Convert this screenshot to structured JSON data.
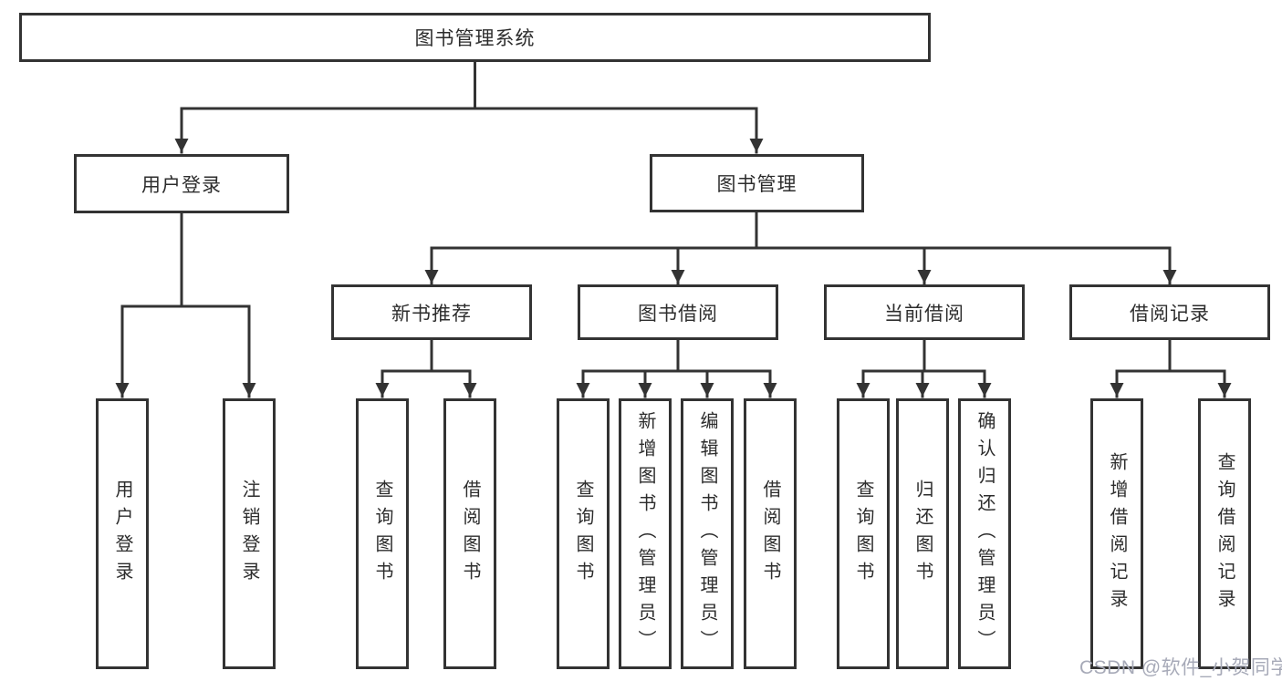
{
  "diagram": {
    "root": {
      "label": "图书管理系统"
    },
    "level2": [
      {
        "id": "user-login",
        "label": "用户登录"
      },
      {
        "id": "book-management",
        "label": "图书管理"
      }
    ],
    "level3": [
      {
        "id": "new-book-recommendation",
        "label": "新书推荐",
        "parent": "图书管理"
      },
      {
        "id": "book-borrowing",
        "label": "图书借阅",
        "parent": "图书管理"
      },
      {
        "id": "current-borrowing",
        "label": "当前借阅",
        "parent": "图书管理"
      },
      {
        "id": "borrowing-records",
        "label": "借阅记录",
        "parent": "图书管理"
      }
    ],
    "level4": [
      {
        "label": "用户登录",
        "parent": "用户登录"
      },
      {
        "label": "注销登录",
        "parent": "用户登录"
      },
      {
        "label": "查询图书",
        "parent": "新书推荐"
      },
      {
        "label": "借阅图书",
        "parent": "新书推荐"
      },
      {
        "label": "查询图书",
        "parent": "图书借阅"
      },
      {
        "label": "新增图书（管理员）",
        "parent": "图书借阅"
      },
      {
        "label": "编辑图书（管理员）",
        "parent": "图书借阅"
      },
      {
        "label": "借阅图书",
        "parent": "图书借阅"
      },
      {
        "label": "查询图书",
        "parent": "当前借阅"
      },
      {
        "label": "归还图书",
        "parent": "当前借阅"
      },
      {
        "label": "确认归还（管理员）",
        "parent": "当前借阅"
      },
      {
        "label": "新增借阅记录",
        "parent": "借阅记录"
      },
      {
        "label": "查询借阅记录",
        "parent": "借阅记录"
      }
    ]
  },
  "watermark": {
    "text": "CSDN @软件_小贺同学"
  },
  "colors": {
    "line": "#333333",
    "box_border": "#333333",
    "text": "#2d2d2d",
    "watermark": "#a7aab8",
    "background": "#ffffff"
  }
}
